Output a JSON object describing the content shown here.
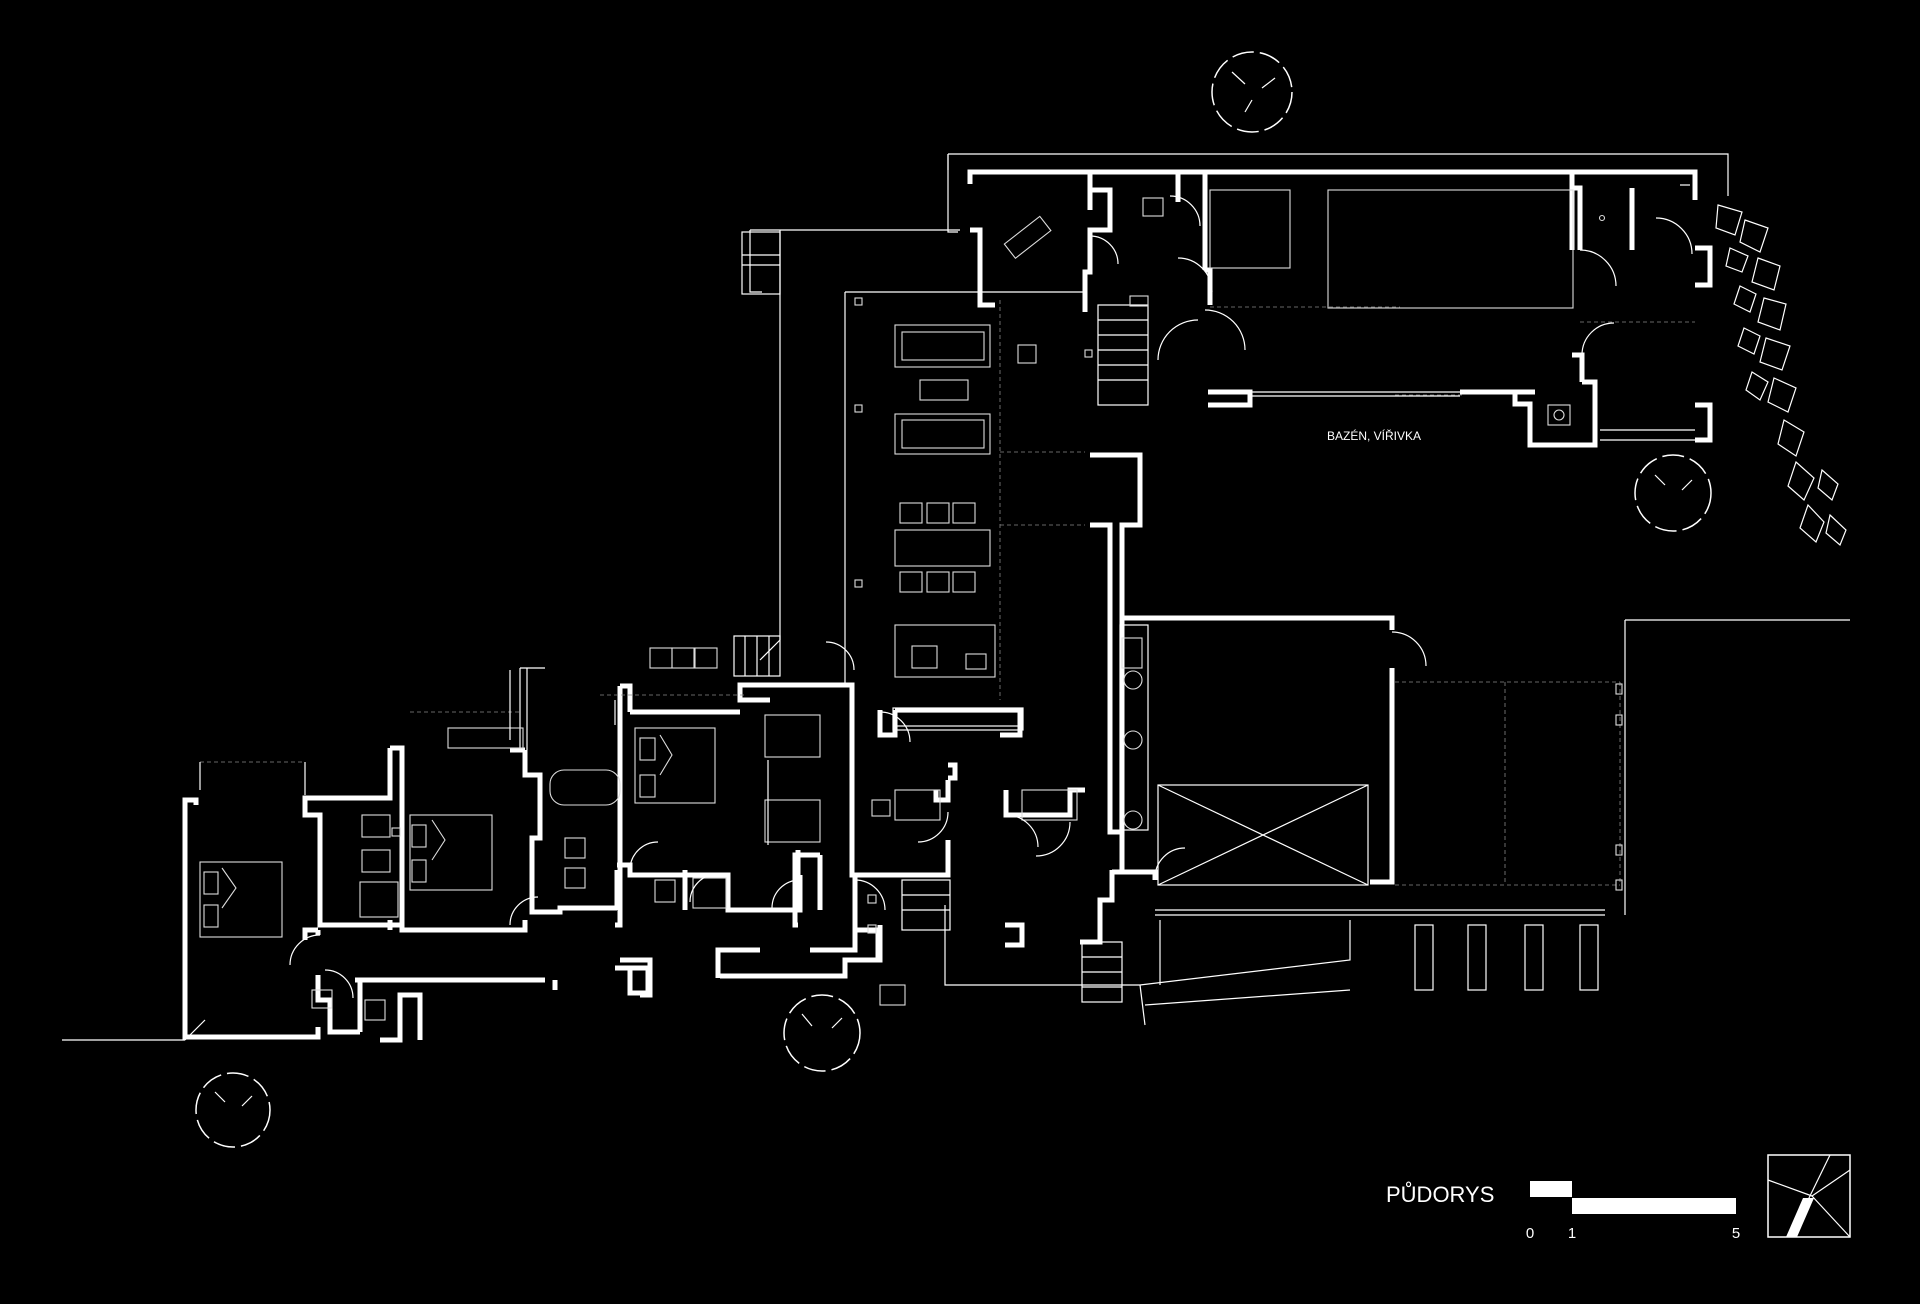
{
  "labels": {
    "pool": "BAZÉN, VÍŘIVKA",
    "title": "PŮDORYS"
  },
  "scale_bar": {
    "tick_0": "0",
    "tick_1": "1",
    "tick_5": "5"
  },
  "icons": {
    "logo": "square-logo-icon",
    "tree": "tree-symbol-icon"
  },
  "colors": {
    "background": "#000000",
    "lines": "#ffffff"
  }
}
